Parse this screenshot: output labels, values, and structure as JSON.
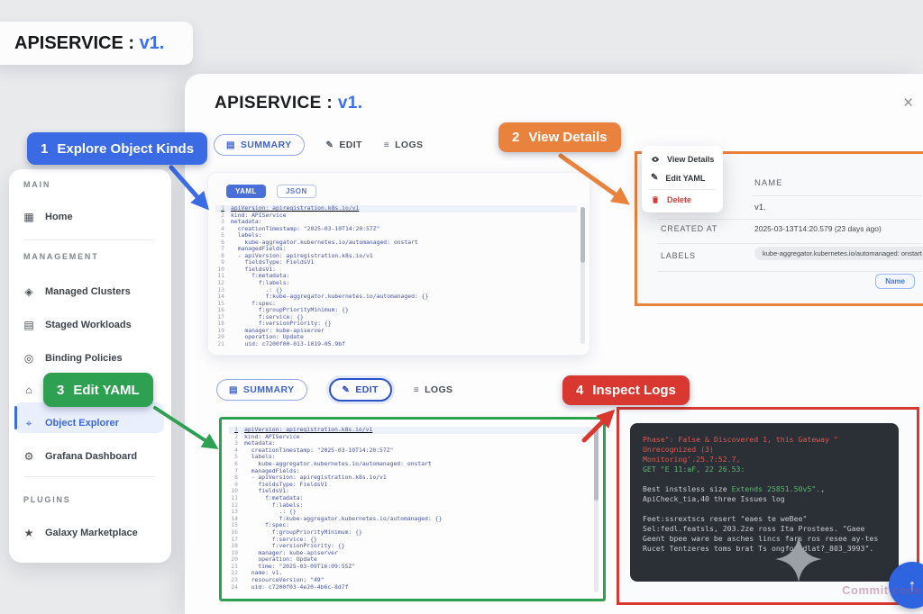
{
  "app": {
    "title": "APISERVICE :",
    "version": "v1."
  },
  "icons": {
    "close": "×",
    "pencil": "✎",
    "logs": "≡",
    "doc": "▤",
    "up_arrow": "↑"
  },
  "annotations": {
    "step1": {
      "num": "1",
      "label": "Explore Object Kinds"
    },
    "step2": {
      "num": "2",
      "label": "View Details"
    },
    "step3": {
      "num": "3",
      "label": "Edit YAML"
    },
    "step4": {
      "num": "4",
      "label": "Inspect Logs"
    }
  },
  "sidebar": {
    "sections": [
      {
        "header": "MAIN",
        "items": [
          {
            "label": "Home",
            "glyph": "▦"
          }
        ]
      },
      {
        "header": "MANAGEMENT",
        "items": [
          {
            "label": "Managed Clusters",
            "glyph": "◈"
          },
          {
            "label": "Staged Workloads",
            "glyph": "▤"
          },
          {
            "label": "Binding Policies",
            "glyph": "◎"
          },
          {
            "label": "",
            "glyph": "⌂"
          },
          {
            "label": "Object Explorer",
            "glyph": "⌖"
          },
          {
            "label": "Grafana Dashboard",
            "glyph": "⚙"
          }
        ]
      },
      {
        "header": "PLUGINS",
        "items": [
          {
            "label": "Galaxy Marketplace",
            "glyph": "★"
          }
        ]
      }
    ]
  },
  "tabs": {
    "summary": "SUMMARY",
    "edit": "EDIT",
    "logs": "LOGS"
  },
  "editor": {
    "yaml_button": "YAML",
    "json_button": "JSON"
  },
  "code_summary": {
    "lines": [
      {
        "num": "1",
        "text": "apiVersion: apiregistration.k8s.io/v1"
      },
      {
        "num": "2",
        "text": "kind: APIService"
      },
      {
        "num": "3",
        "text": "metadata:"
      },
      {
        "num": "4",
        "text": "  creationTimestamp: \"2025-03-10T14:20:57Z\""
      },
      {
        "num": "5",
        "text": "  labels:"
      },
      {
        "num": "6",
        "text": "    kube-aggregator.kubernetes.io/automanaged: onstart"
      },
      {
        "num": "7",
        "text": "  managedFields:"
      },
      {
        "num": "8",
        "text": "  - apiVersion: apiregistration.k8s.io/v1"
      },
      {
        "num": "9",
        "text": "    fieldsType: FieldsV1"
      },
      {
        "num": "10",
        "text": "    fieldsV1:"
      },
      {
        "num": "11",
        "text": "      f:metadata:"
      },
      {
        "num": "12",
        "text": "        f:labels:"
      },
      {
        "num": "13",
        "text": "          .: {}"
      },
      {
        "num": "14",
        "text": "          f:kube-aggregator.kubernetes.io/automanaged: {}"
      },
      {
        "num": "15",
        "text": "      f:spec:"
      },
      {
        "num": "16",
        "text": "        f:groupPriorityMinimum: {}"
      },
      {
        "num": "17",
        "text": "        f:service: {}"
      },
      {
        "num": "18",
        "text": "        f:versionPriority: {}"
      },
      {
        "num": "19",
        "text": "    manager: kube-apiserver"
      },
      {
        "num": "20",
        "text": "    operation: Update"
      },
      {
        "num": "21",
        "text": "    uid: c7200f00-013-1019-05.9bf"
      }
    ]
  },
  "code_edit": {
    "lines": [
      {
        "num": "1",
        "text": "apiVersion: apiregistration.k8s.io/v1"
      },
      {
        "num": "2",
        "text": "kind: APIService"
      },
      {
        "num": "3",
        "text": "metadata:"
      },
      {
        "num": "4",
        "text": "  creationTimestamp: \"2025-03-10T14:20:57Z\""
      },
      {
        "num": "5",
        "text": "  labels:"
      },
      {
        "num": "6",
        "text": "    kube-aggregator.kubernetes.io/automanaged: onstart"
      },
      {
        "num": "7",
        "text": "  managedFields:"
      },
      {
        "num": "8",
        "text": "  - apiVersion: apiregistration.k8s.io/v1"
      },
      {
        "num": "9",
        "text": "    fieldsType: FieldsV1"
      },
      {
        "num": "10",
        "text": "    fieldsV1:"
      },
      {
        "num": "11",
        "text": "      f:metadata:"
      },
      {
        "num": "12",
        "text": "        f:labels:"
      },
      {
        "num": "13",
        "text": "          .: {}"
      },
      {
        "num": "14",
        "text": "          f:kube-aggregator.kubernetes.io/automanaged: {}"
      },
      {
        "num": "15",
        "text": "      f:spec:"
      },
      {
        "num": "16",
        "text": "        f:groupPriorityMinimum: {}"
      },
      {
        "num": "17",
        "text": "        f:service: {}"
      },
      {
        "num": "18",
        "text": "        f:versionPriority: {}"
      },
      {
        "num": "19",
        "text": "    manager: kube-apiserver"
      },
      {
        "num": "20",
        "text": "    operation: Update"
      },
      {
        "num": "21",
        "text": "    time: \"2025-03-09T16:09:55Z\""
      },
      {
        "num": "22",
        "text": "  name: v1."
      },
      {
        "num": "23",
        "text": "  resourceVersion: \"49\""
      },
      {
        "num": "24",
        "text": "  uid: c7200f03-4e20-4b6c-8d7f"
      }
    ]
  },
  "menu": {
    "view_details": "View Details",
    "edit_yaml": "Edit YAML",
    "delete": "Delete"
  },
  "details": {
    "name_header": "NAME",
    "name_value": "v1.",
    "created_label": "CREATED AT",
    "created_value": "2025-03-13T14:20.579 (23 days ago)",
    "labels_label": "LABELS",
    "labels_value": "kube-aggregator.kubernetes.io/automanaged: onstart",
    "action_button": "Name"
  },
  "logs": {
    "segments": [
      {
        "c": "red",
        "t": "Phase\": False & Discovered 1, this Gateway \" Unrecognized (3)\nMonitoring'.25.7:52.7,\n"
      },
      {
        "c": "green",
        "t": "GET \"E 11:aF, 22 26.53:\n\n"
      },
      {
        "c": "",
        "t": "Best instsless size "
      },
      {
        "c": "green",
        "t": "Extends 25851.50v5\"."
      },
      {
        "c": "",
        "t": ", ApiCheck_tia,40 three Issues log\n\n"
      },
      {
        "c": "",
        "t": "Feet:ssrextscs resert \"eaes te weBee\" Sel:fedl.featsls, 203.2ze ross Ita Prostees. \"Gaee Geent bpee ware be asches lincs fars ros resee ay-tes Rucet Tentzeres toms brat Ts ongfotedlat?_803_3993\"."
      }
    ]
  },
  "watermark": "Commit code"
}
